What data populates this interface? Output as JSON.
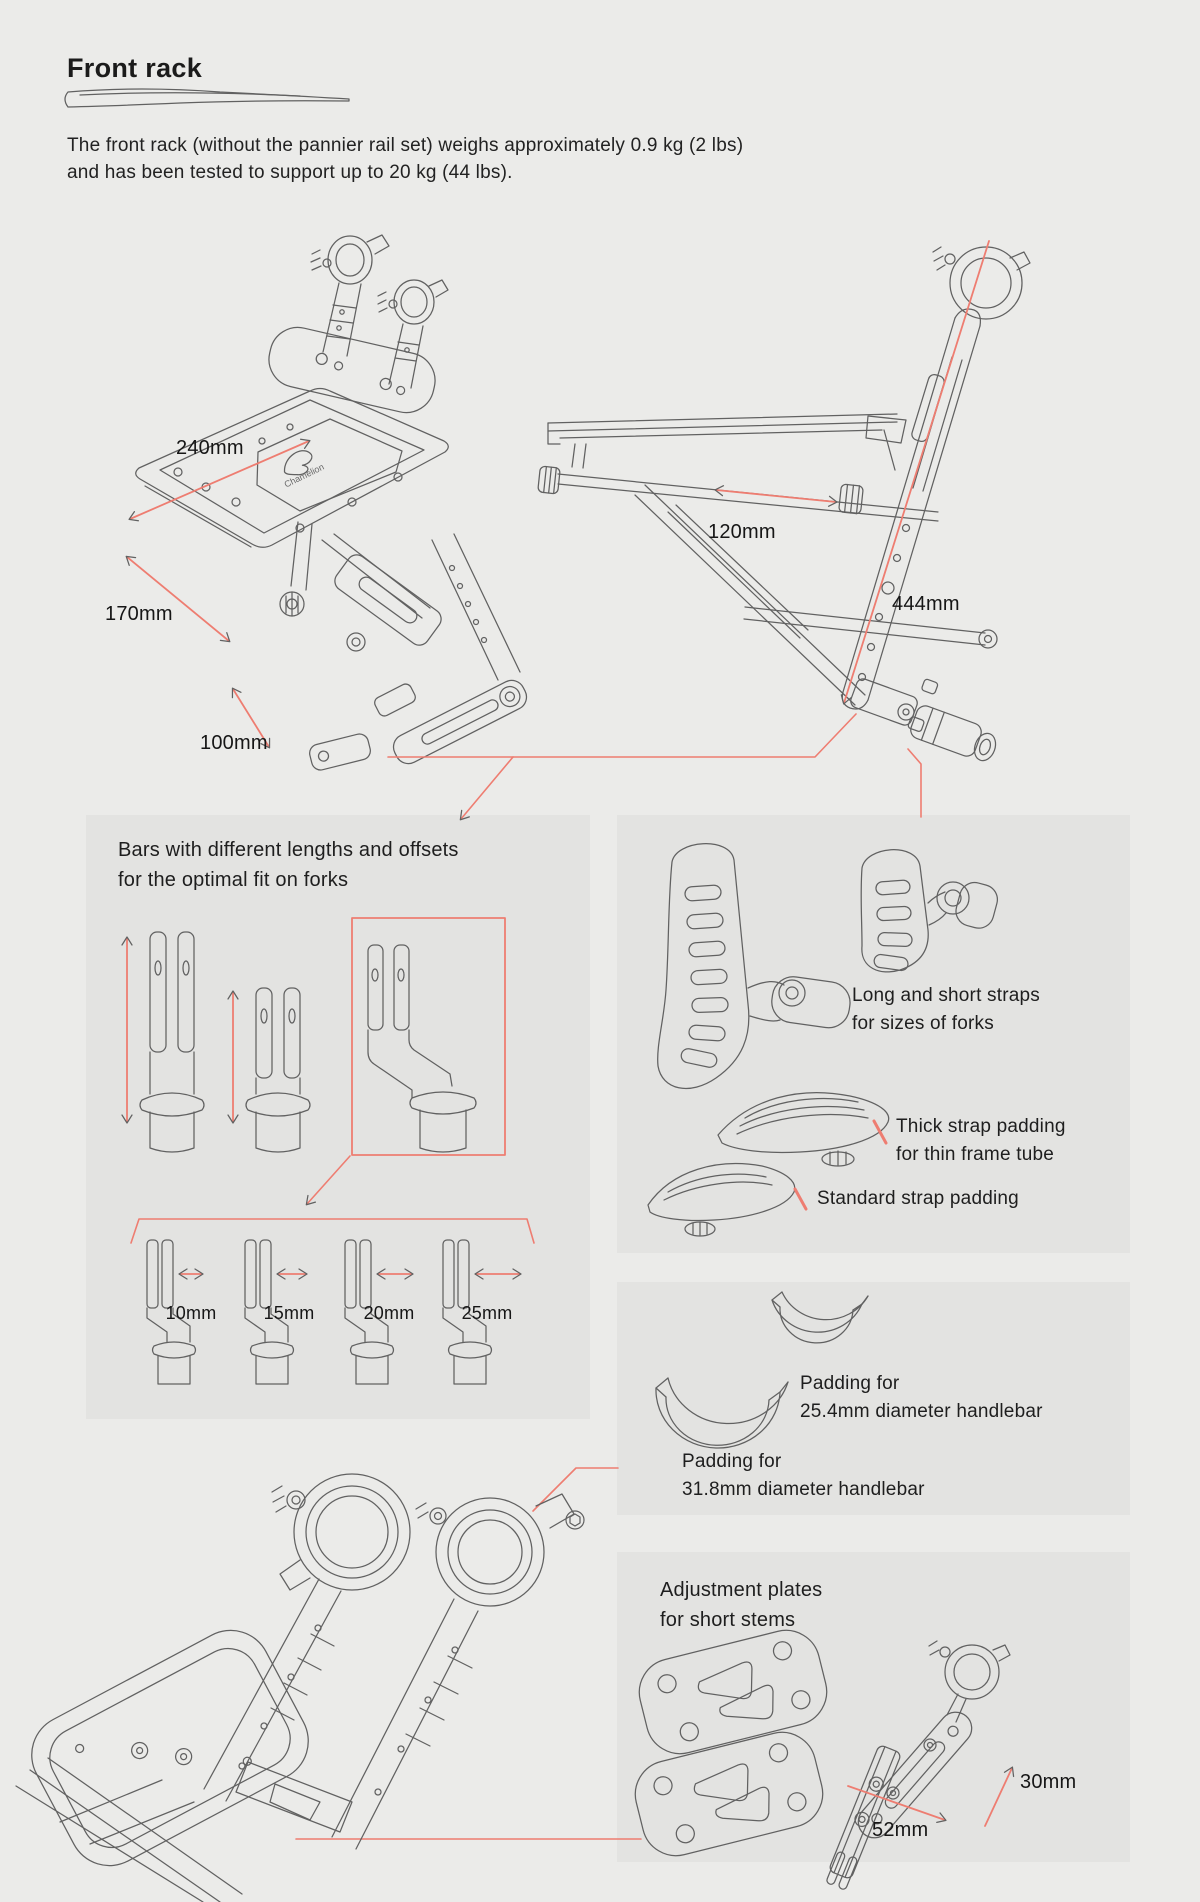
{
  "colors": {
    "background": "#ebebe9",
    "panel": "#e3e3e1",
    "accent": "#ee7d71",
    "swoosh": "#f6c444",
    "ink": "#1b1b1b"
  },
  "header": {
    "title": "Front rack",
    "description": [
      "The front rack (without the pannier rail set) weighs approximately 0.9 kg (2 lbs)",
      "and has been tested to support up to 20 kg (44 lbs)."
    ]
  },
  "diagram_front": {
    "brand": "Chamelion",
    "dim_width": "240mm",
    "dim_depth": "170mm",
    "dim_bar": "100mm"
  },
  "diagram_side": {
    "dim_rail": "120mm",
    "dim_strut": "444mm"
  },
  "panel_bars": {
    "title": [
      "Bars with different lengths and offsets",
      "for the optimal fit on forks"
    ],
    "offsets": [
      "10mm",
      "15mm",
      "20mm",
      "25mm"
    ]
  },
  "panel_straps": {
    "label_straps": [
      "Long and short straps",
      "for sizes of forks"
    ],
    "label_thick": [
      "Thick strap padding",
      "for thin frame tube"
    ],
    "label_standard": "Standard strap padding"
  },
  "panel_handlebar": {
    "label_254": [
      "Padding for",
      "25.4mm diameter handlebar"
    ],
    "label_318": [
      "Padding for",
      "31.8mm diameter handlebar"
    ]
  },
  "panel_adjustment": {
    "title": [
      "Adjustment plates",
      "for short stems"
    ],
    "dim_length": "52mm",
    "dim_offset": "30mm"
  }
}
